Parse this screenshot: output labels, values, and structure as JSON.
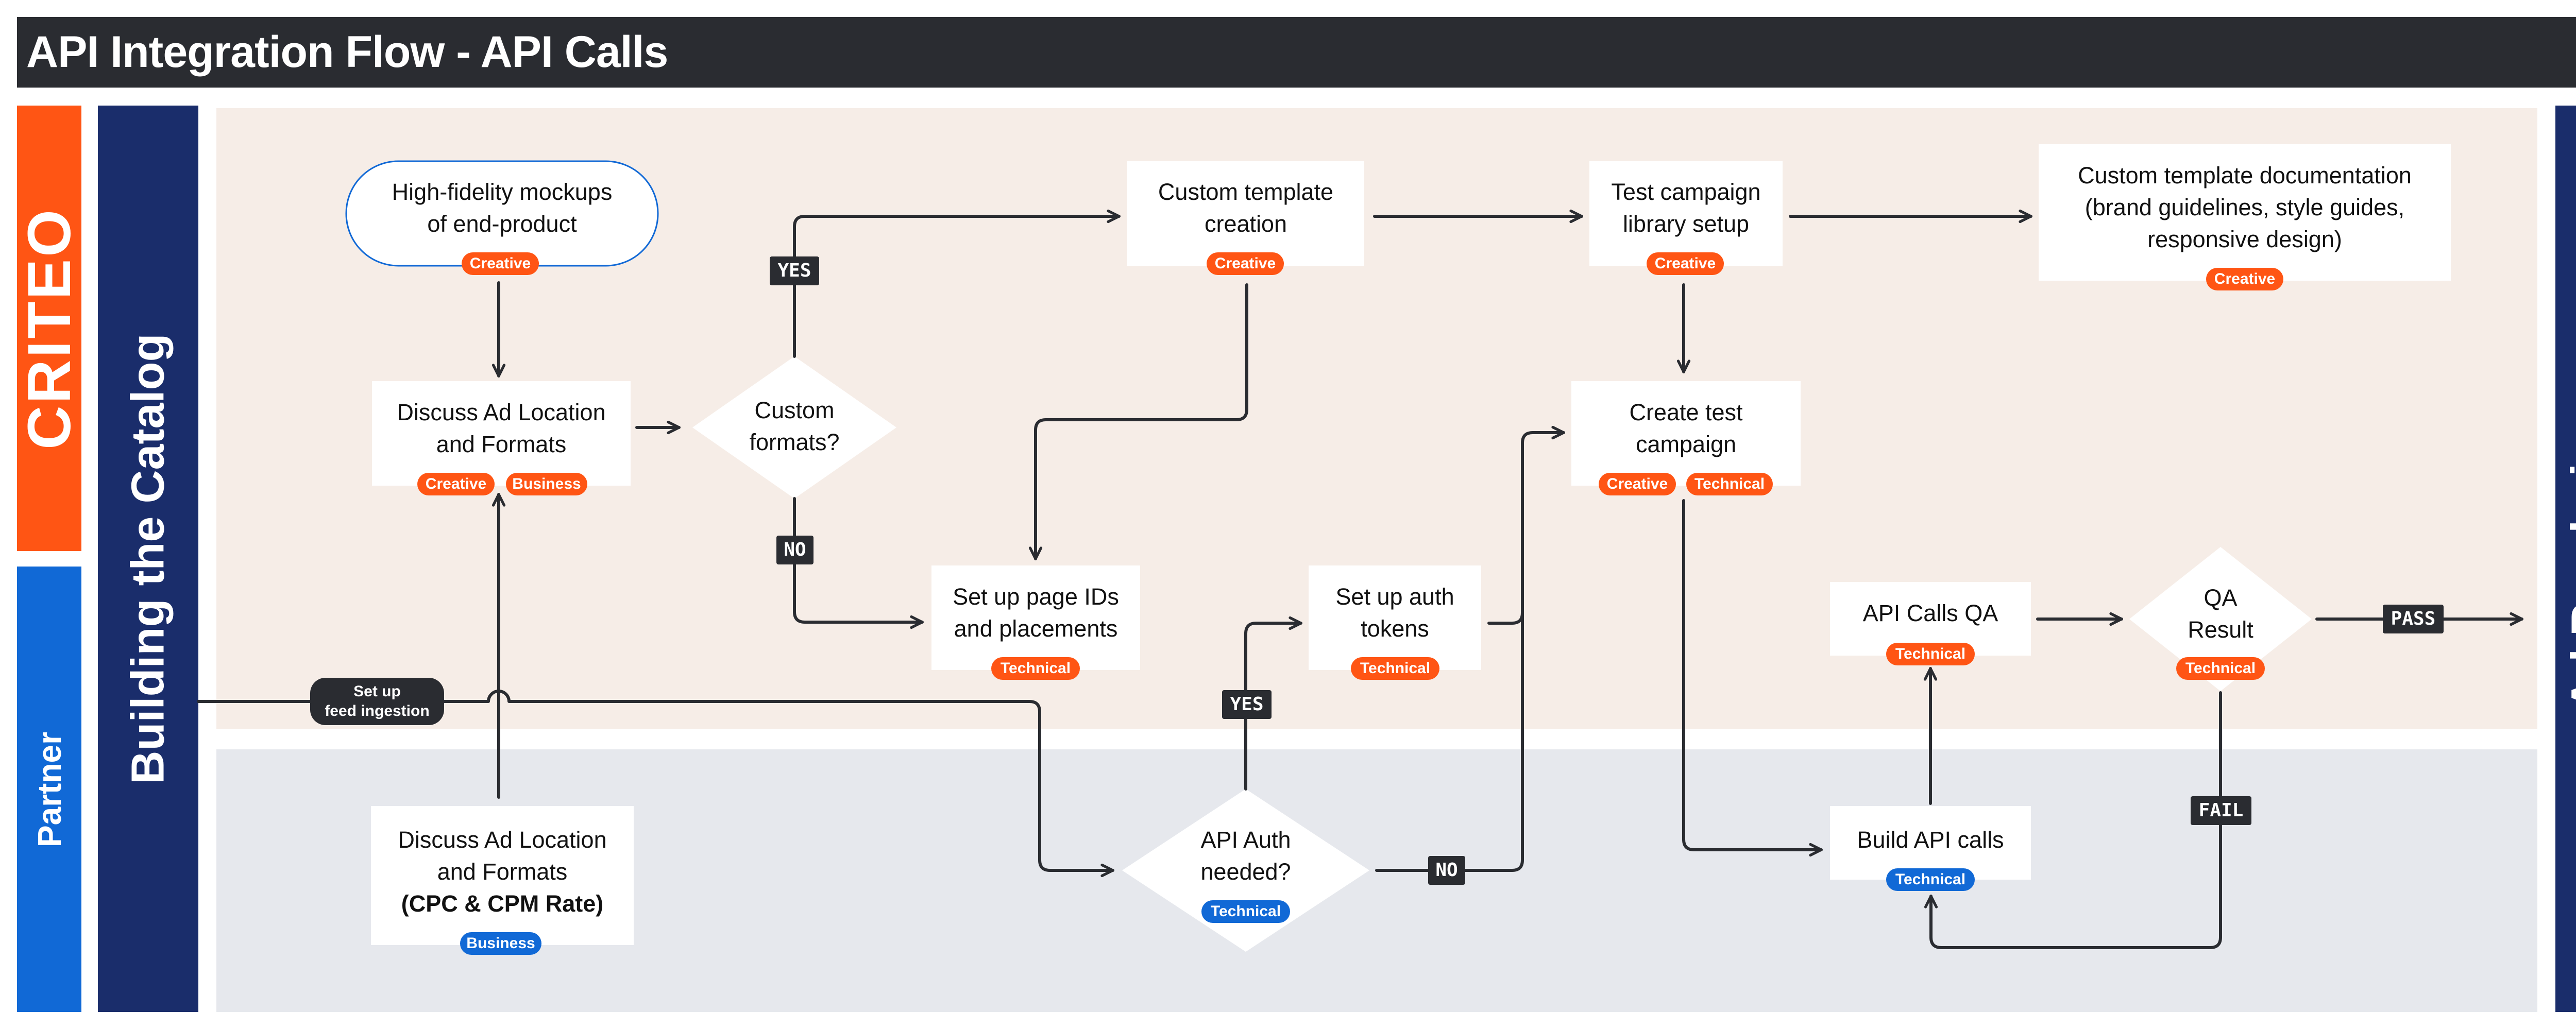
{
  "title": "API Integration Flow - API Calls",
  "lanes": {
    "criteo": "CRITEO",
    "partner": "Partner",
    "stage_left": "Building the Catalog",
    "stage_right": "Ad Rendering"
  },
  "colors": {
    "criteo_orange": "#ff5514",
    "partner_blue": "#1169d6",
    "navy": "#1a2d6b",
    "title_bg": "#2a2c31",
    "criteo_lane_bg": "#f6ede7",
    "partner_lane_bg": "#e6e8ed"
  },
  "nodes": {
    "mockups": {
      "line1": "High-fidelity mockups",
      "line2": "of end-product",
      "badge": "Creative"
    },
    "discuss_criteo": {
      "line1": "Discuss Ad Location",
      "line2": "and Formats",
      "badge1": "Creative",
      "badge2": "Business"
    },
    "custom_formats": {
      "line1": "Custom",
      "line2": "formats?"
    },
    "custom_template": {
      "line1": "Custom template",
      "line2": "creation",
      "badge": "Creative"
    },
    "test_library": {
      "line1": "Test campaign",
      "line2": "library setup",
      "badge": "Creative"
    },
    "template_docs": {
      "line1": "Custom template documentation",
      "line2": "(brand guidelines, style guides,",
      "line3": "responsive design)",
      "badge": "Creative"
    },
    "create_test": {
      "line1": "Create test",
      "line2": "campaign",
      "badge1": "Creative",
      "badge2": "Technical"
    },
    "page_ids": {
      "line1": "Set up page IDs",
      "line2": "and placements",
      "badge": "Technical"
    },
    "auth_tokens": {
      "line1": "Set up auth",
      "line2": "tokens",
      "badge": "Technical"
    },
    "api_qa": {
      "line1": "API Calls QA",
      "badge": "Technical"
    },
    "qa_result": {
      "line1": "QA",
      "line2": "Result",
      "badge": "Technical"
    },
    "discuss_partner": {
      "line1": "Discuss Ad Location",
      "line2": "and Formats",
      "line3": "(CPC & CPM Rate)",
      "badge": "Business"
    },
    "api_auth": {
      "line1": "API Auth",
      "line2": "needed?",
      "badge": "Technical"
    },
    "build_api": {
      "line1": "Build API calls",
      "badge": "Technical"
    },
    "feed": {
      "line1": "Set up",
      "line2": "feed ingestion"
    }
  },
  "edge_labels": {
    "yes1": "YES",
    "no1": "NO",
    "yes2": "YES",
    "no2": "NO",
    "pass": "PASS",
    "fail": "FAIL"
  }
}
